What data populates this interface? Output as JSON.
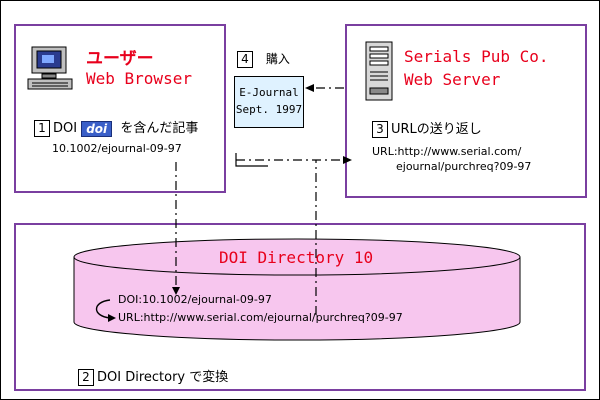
{
  "user_box": {
    "title_line1": "ユーザー",
    "title_line2": "Web Browser",
    "step_num": "1",
    "doi_prefix": "DOI",
    "doi_logo": "doi",
    "doi_suffix": "を含んだ記事",
    "doi_value": "10.1002/ejournal-09-97"
  },
  "purchase": {
    "step_num": "4",
    "label": "購入",
    "journal_line1": "E-Journal",
    "journal_line2": "Sept. 1997"
  },
  "server_box": {
    "title_line1": "Serials Pub Co.",
    "title_line2": "Web Server",
    "step_num": "3",
    "return_label": "URLの送り返し",
    "url_line1": "URL:http://www.serial.com/",
    "url_line2": "ejournal/purchreq?09-97"
  },
  "directory": {
    "title": "DOI Directory 10",
    "doi_entry": "DOI:10.1002/ejournal-09-97",
    "url_entry": "URL:http://www.serial.com/ejournal/purchreq?09-97",
    "step_num": "2",
    "convert_label": "DOI Directory で変換"
  },
  "colors": {
    "box_border": "#7a3fa0",
    "title_red": "#e8001c",
    "cylinder_fill": "#f7c6ee",
    "journal_fill": "#dff2ff"
  }
}
